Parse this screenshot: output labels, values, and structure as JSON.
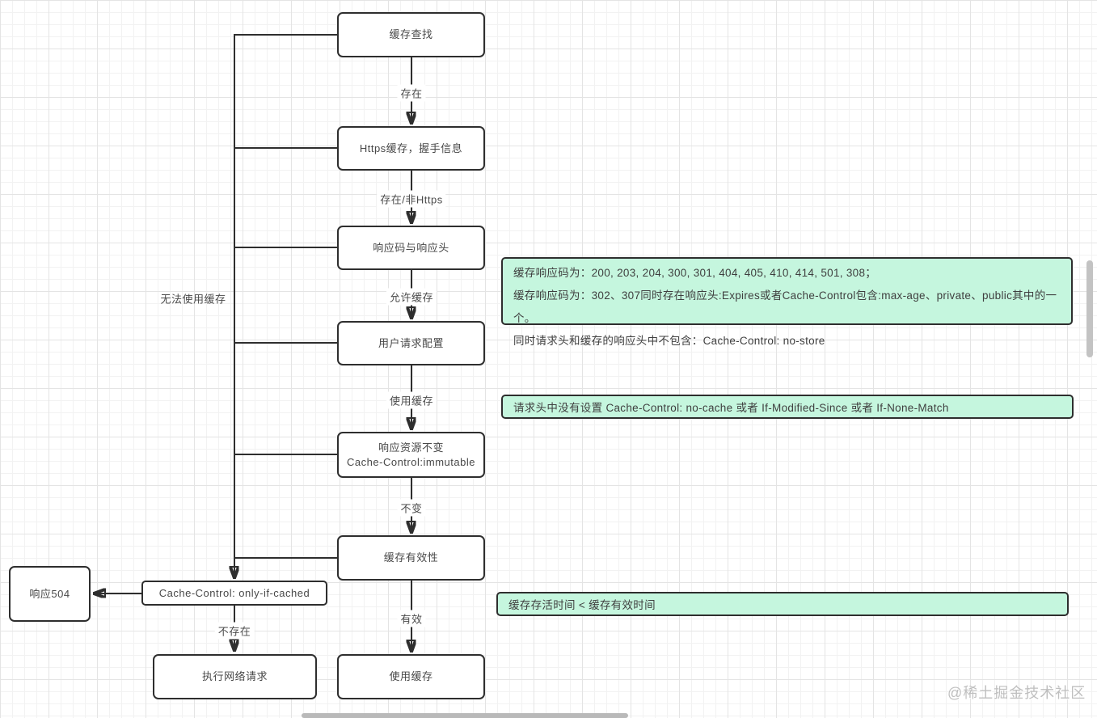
{
  "nodes": {
    "cache_lookup": {
      "label": "缓存查找"
    },
    "https_cache": {
      "label": "Https缓存，握手信息"
    },
    "response_code": {
      "label": "响应码与响应头"
    },
    "user_request_config": {
      "label": "用户请求配置"
    },
    "immutable": {
      "line1": "响应资源不变",
      "line2": "Cache-Control:immutable"
    },
    "cache_validity": {
      "label": "缓存有效性"
    },
    "use_cache_final": {
      "label": "使用缓存"
    },
    "only_if_cached": {
      "label": "Cache-Control: only-if-cached"
    },
    "response_504": {
      "label": "响应504"
    },
    "network_request": {
      "label": "执行网络请求"
    }
  },
  "edges": {
    "exists": "存在",
    "exists_non_https": "存在/非Https",
    "allow_cache": "允许缓存",
    "use_cache": "使用缓存",
    "unchanged": "不变",
    "valid": "有效",
    "not_exists": "不存在",
    "cannot_use_cache": "无法使用缓存"
  },
  "notes": {
    "cacheable_codes": {
      "line1": "缓存响应码为：200, 203, 204, 300, 301, 404, 405, 410, 414, 501, 308；",
      "line2": "缓存响应码为：302、307同时存在响应头:Expires或者Cache-Control包含:max-age、private、public其中的一个。",
      "line3": "同时请求头和缓存的响应头中不包含：Cache-Control: no-store"
    },
    "request_headers": "请求头中没有设置 Cache-Control: no-cache 或者 If-Modified-Since 或者 If-None-Match",
    "cache_ttl": "缓存存活时间 < 缓存有效时间"
  },
  "watermark": {
    "text": "@稀土掘金技术社区"
  },
  "colors": {
    "note_fill": "#c5f6de",
    "line_and_border": "#2e2e2e",
    "text": "#484848",
    "grid_minor": "#f2f2f2",
    "grid_major": "#e4e4e4",
    "scrollbar": "#b9b9b9"
  }
}
